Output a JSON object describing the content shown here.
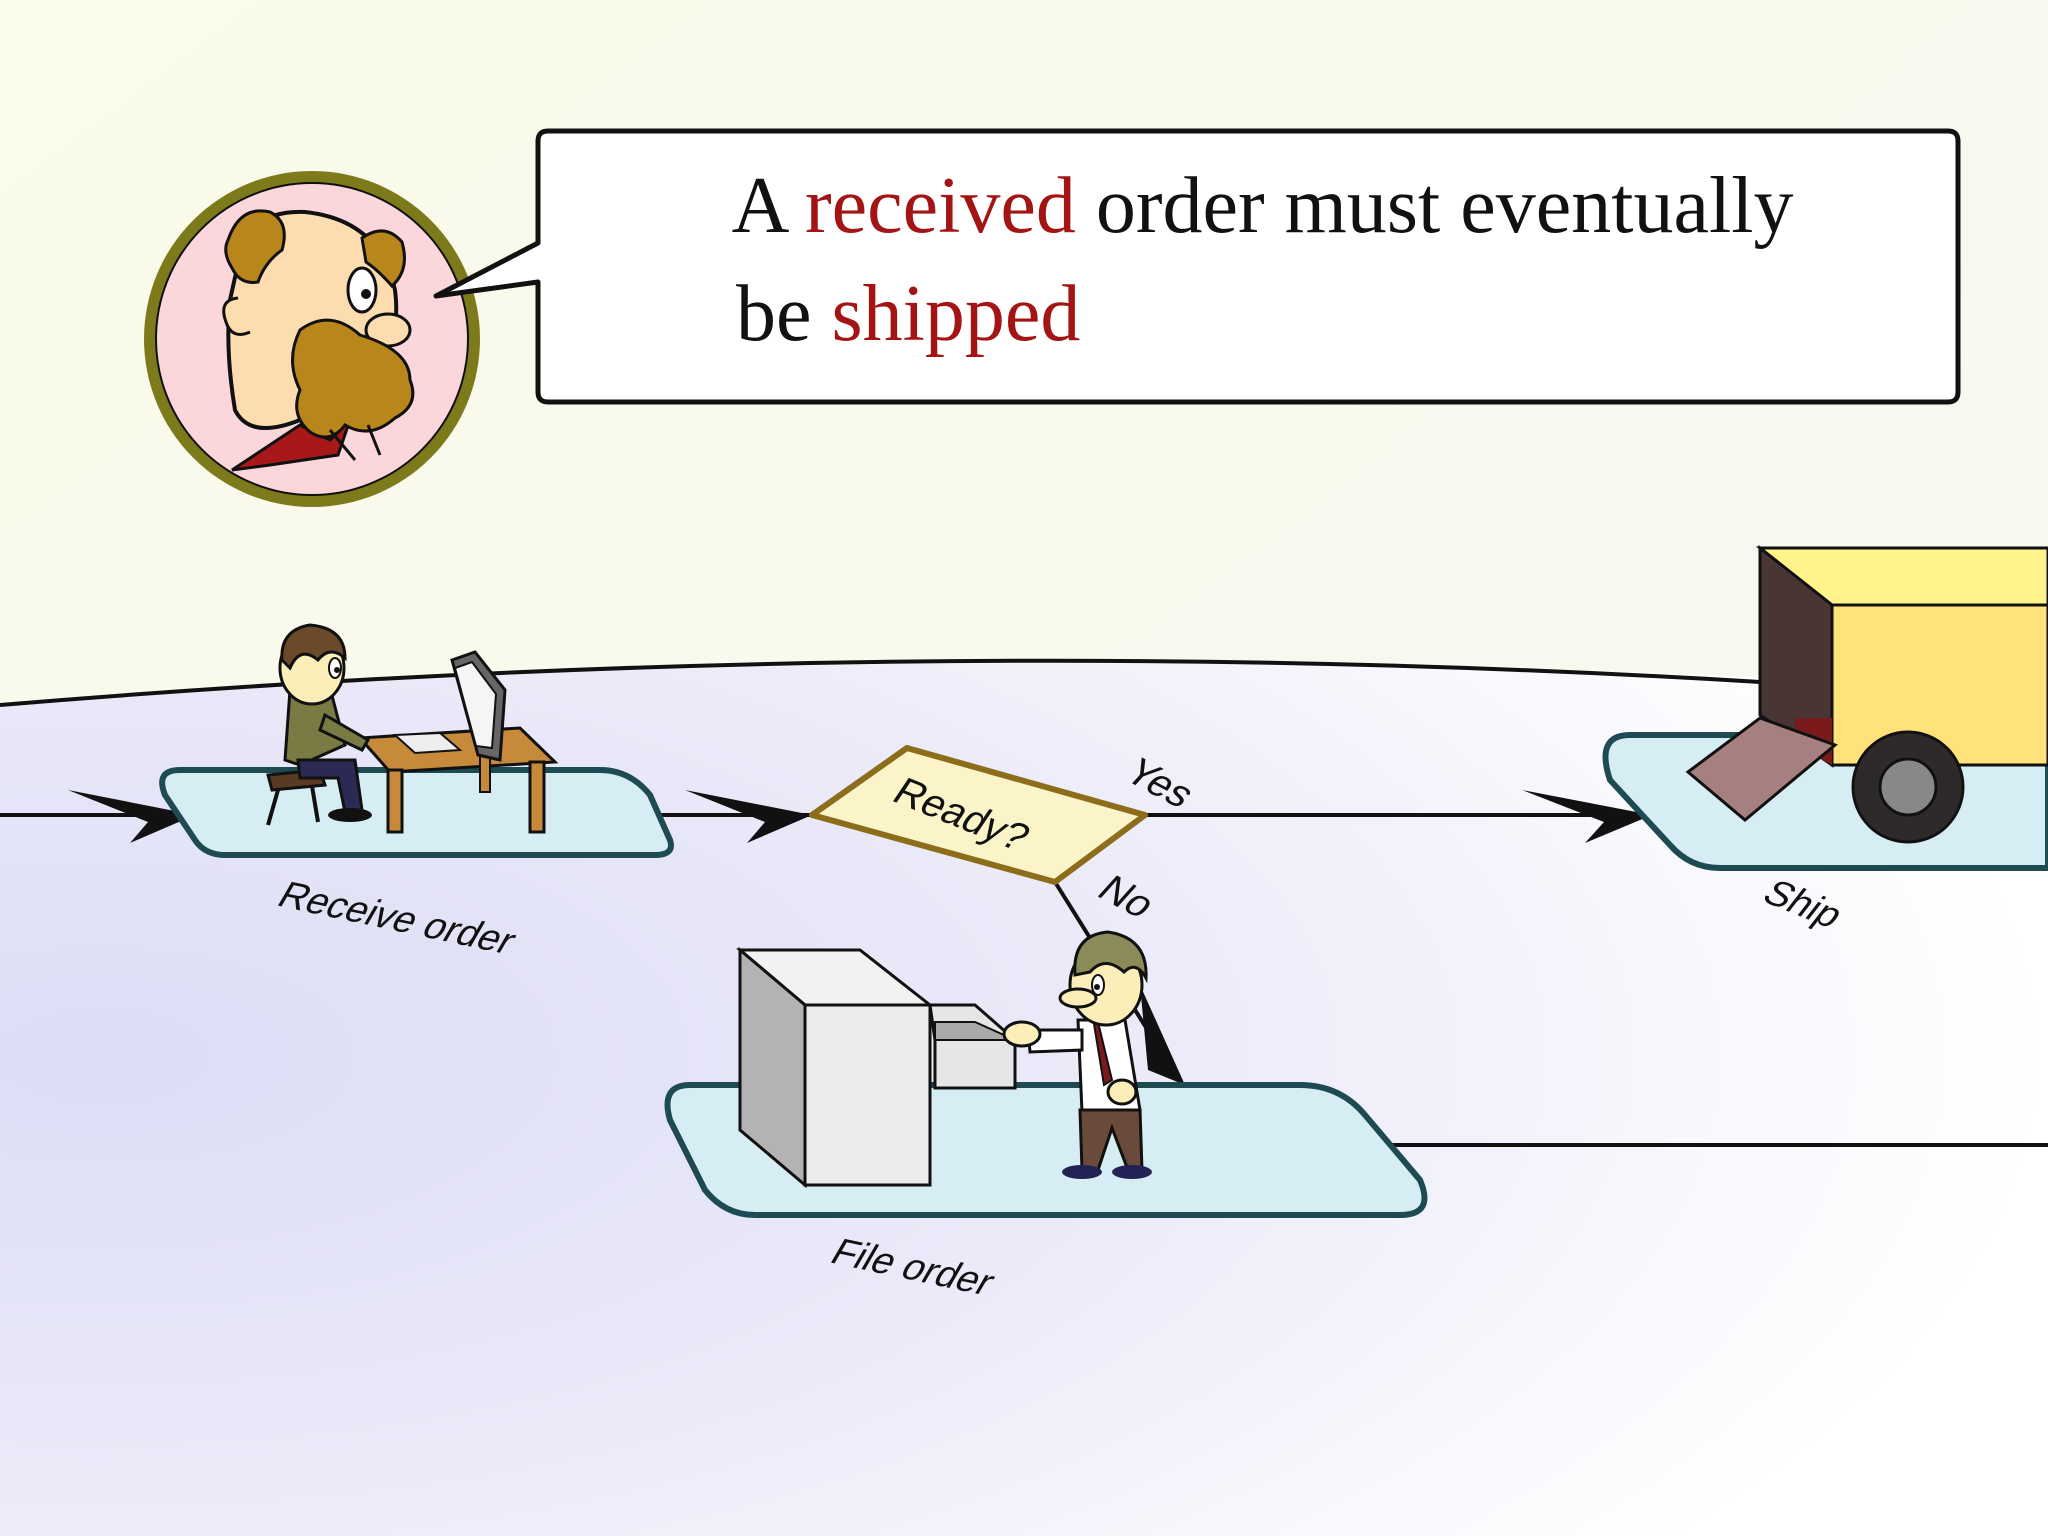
{
  "speech": {
    "line1_part1": "A ",
    "line1_highlight": "received",
    "line1_part2": " order must eventually",
    "line2_part1": "be ",
    "line2_highlight": "shipped"
  },
  "steps": {
    "receive": "Receive order",
    "file": "File order",
    "ship": "Ship"
  },
  "decision": {
    "label": "Ready?",
    "yes": "Yes",
    "no": "No"
  },
  "colors": {
    "highlight": "#a31515",
    "text": "#111111",
    "platform_fill": "#d6edf3",
    "platform_stroke": "#1e4a52",
    "diamond_fill": "#fbf4c8",
    "diamond_stroke": "#8c6d1b",
    "ring": "#7d7a1c"
  },
  "icons": {
    "speaker": "bearded-professor-avatar",
    "receive": "person-at-computer-desk",
    "file": "person-at-filing-cabinet",
    "ship": "delivery-truck"
  }
}
